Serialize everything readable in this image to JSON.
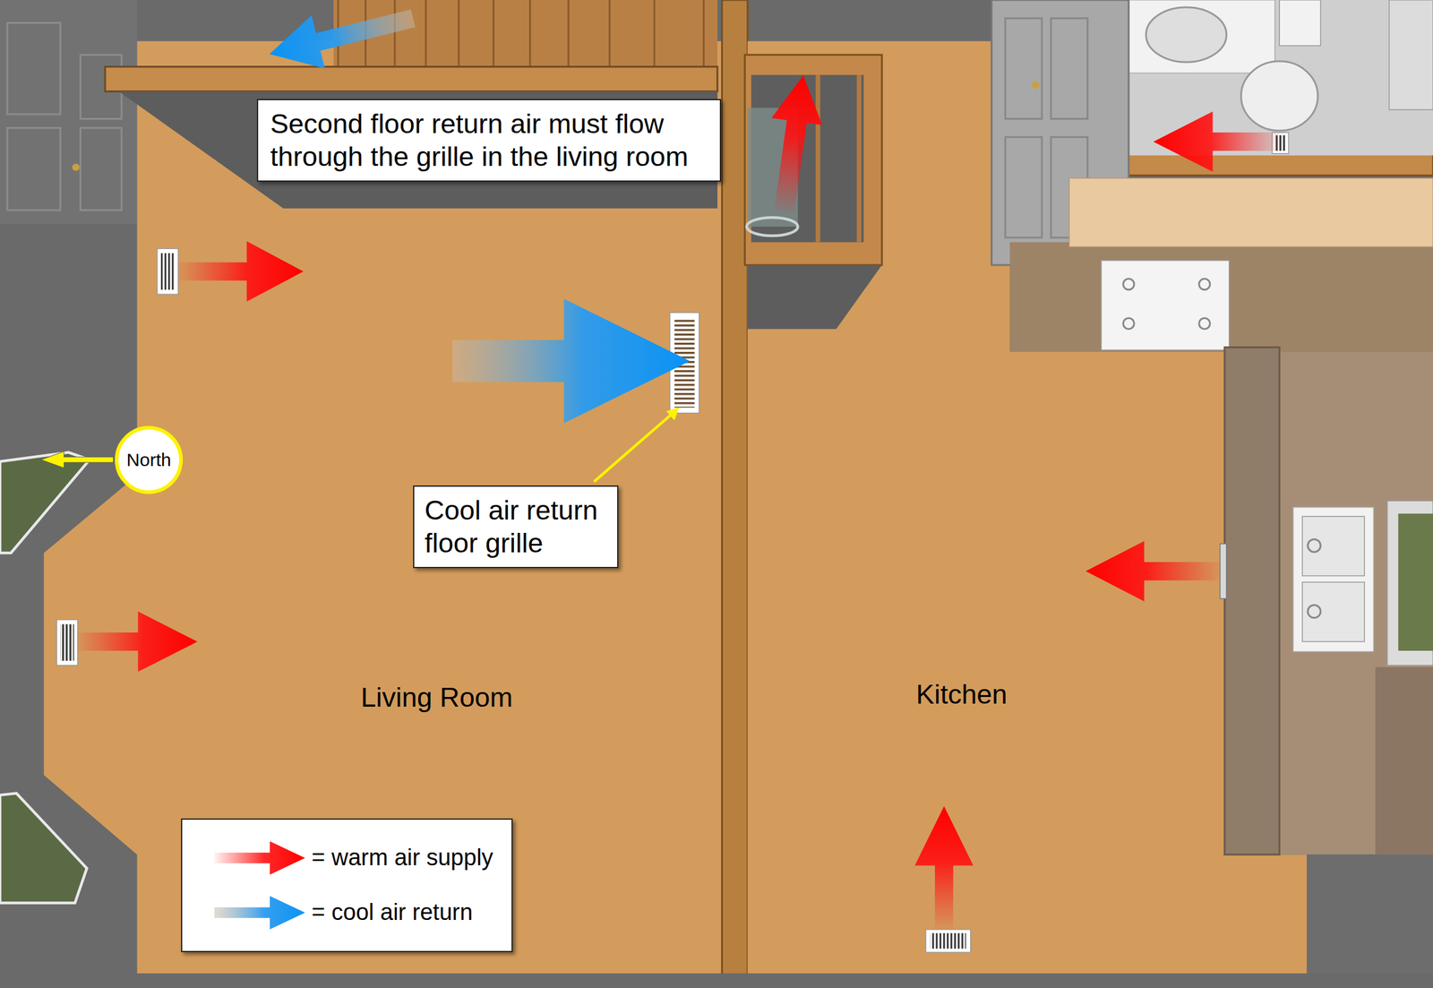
{
  "diagram": {
    "nodes": [
      {
        "text": [
          "Second floor return air must flow through the grille in the living room"
        ]
      },
      {
        "text": [
          "North"
        ]
      },
      {
        "text": [
          "Cool air return floor grille"
        ]
      }
    ],
    "labels": [
      "Living Room",
      "Kitchen"
    ],
    "legend": [
      {
        "text": "= warm air supply"
      },
      {
        "text": "= cool air return"
      }
    ]
  }
}
